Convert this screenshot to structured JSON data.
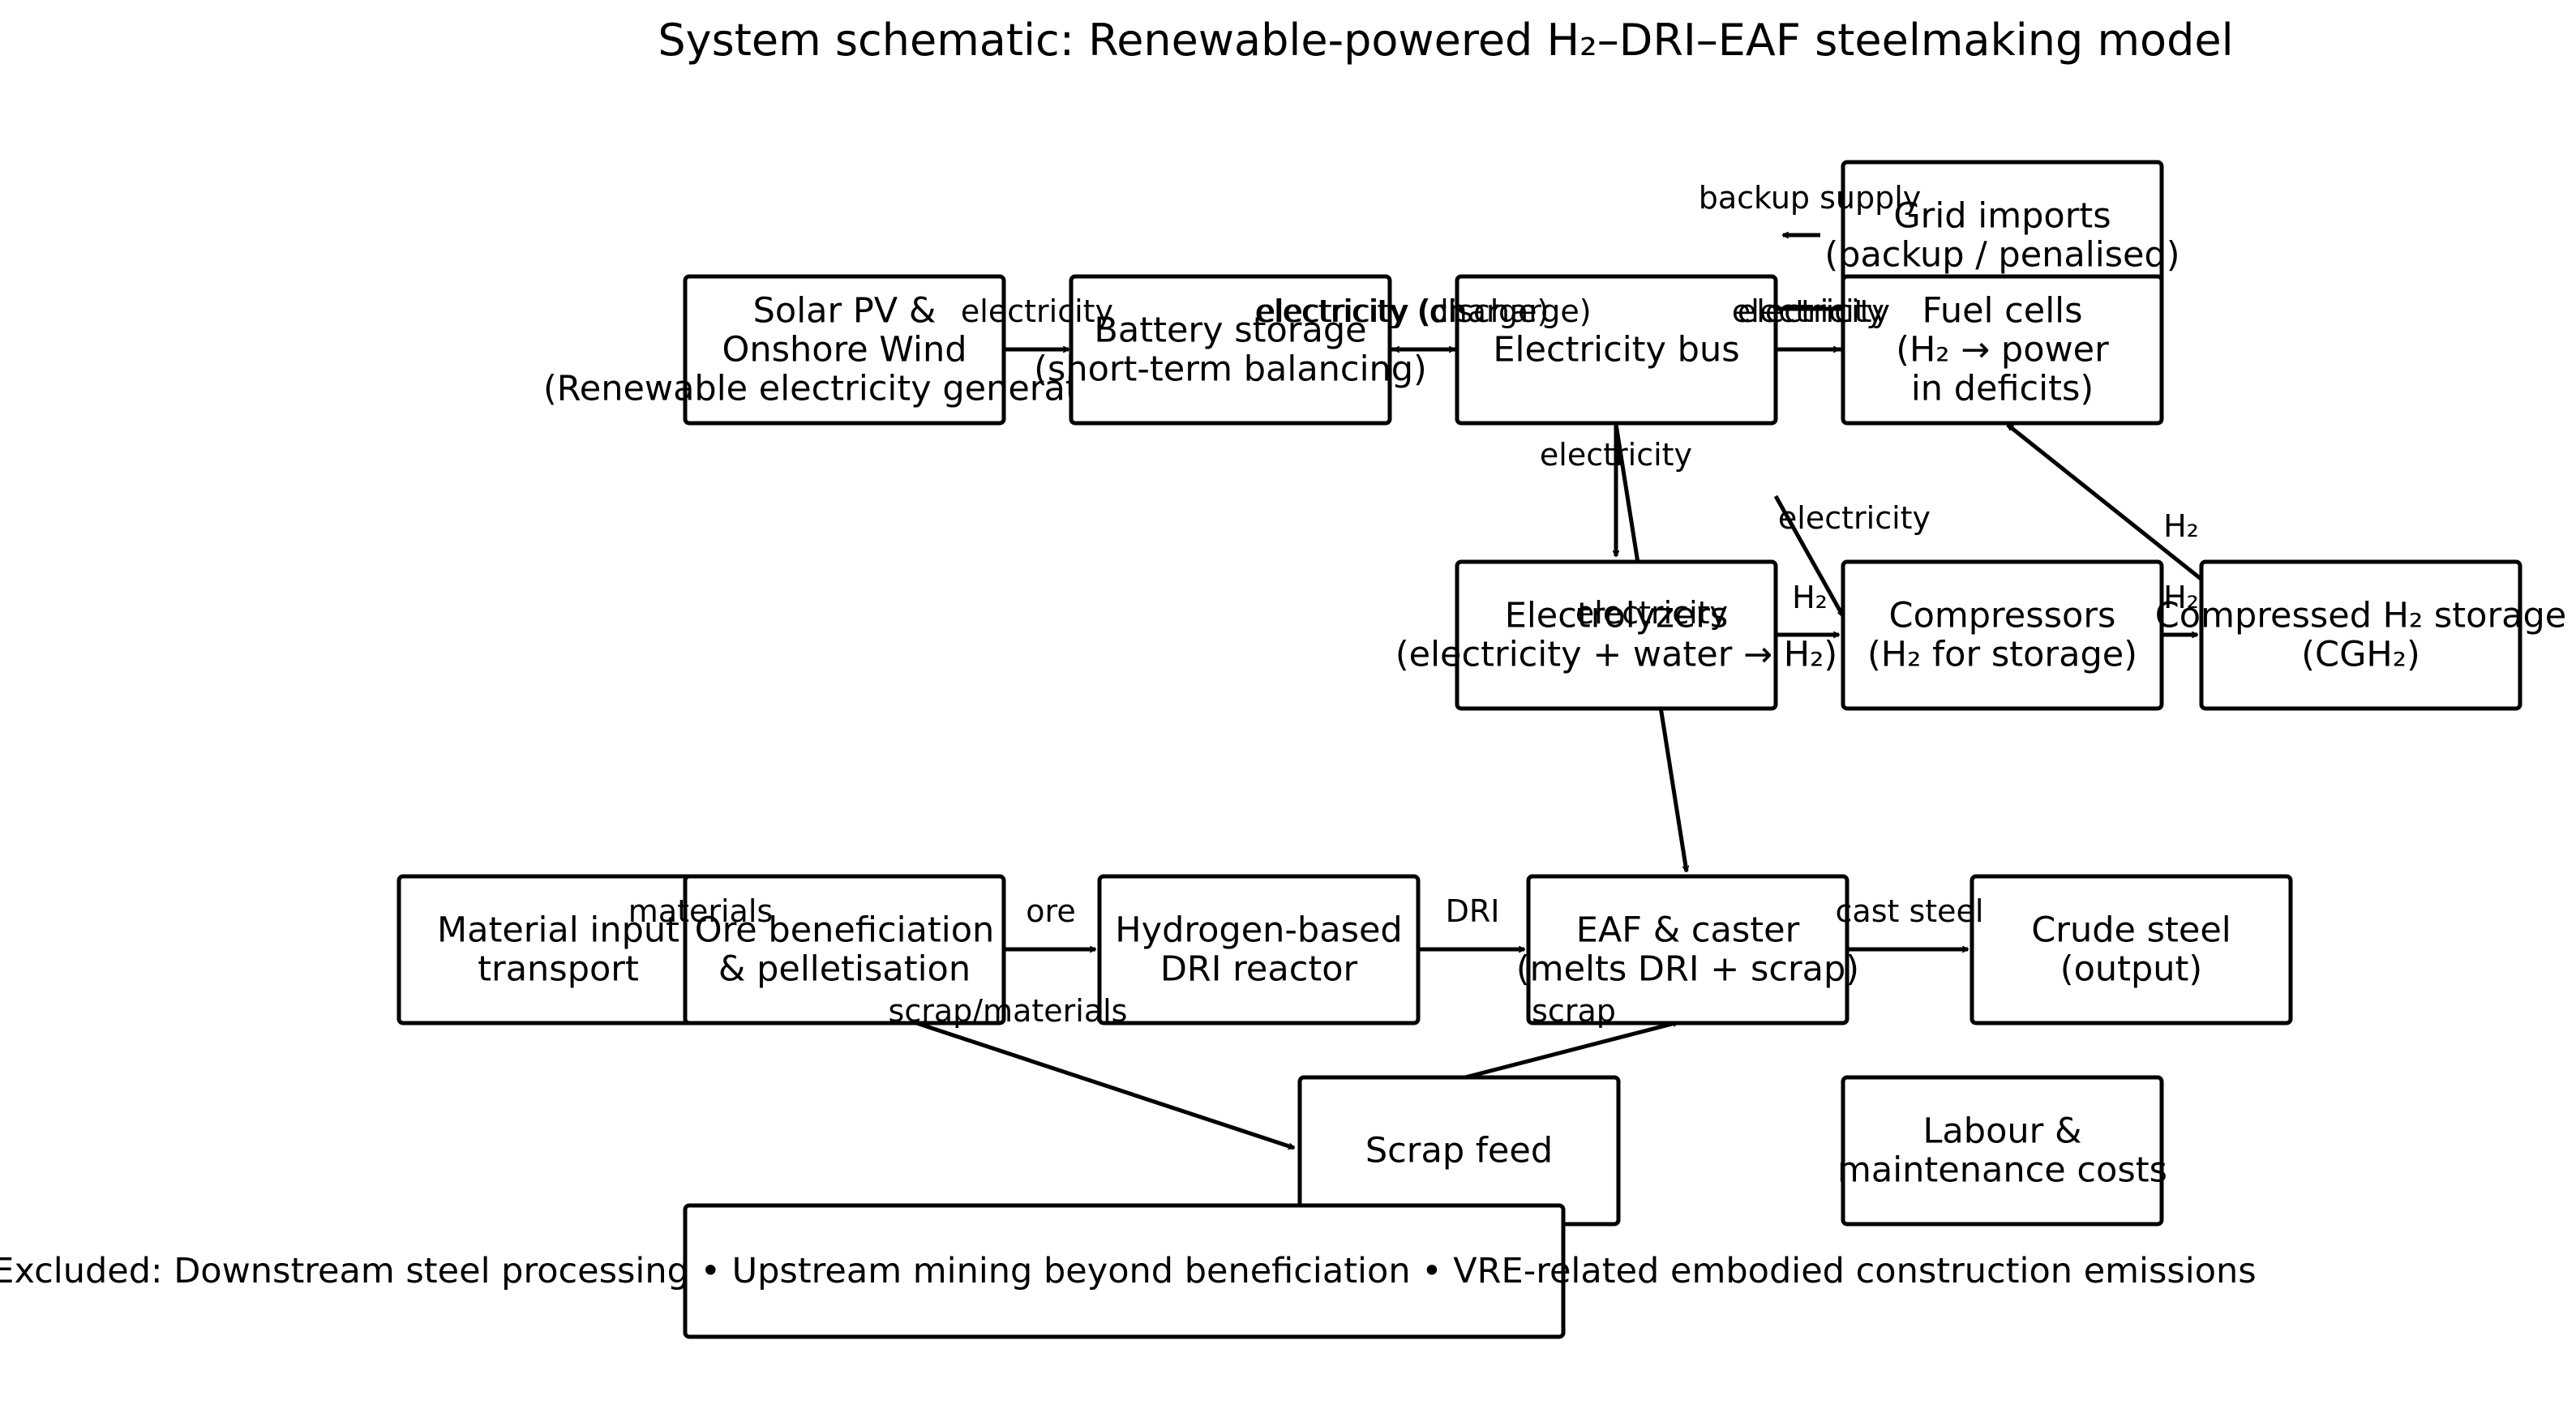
{
  "title": "System schematic: Renewable-powered H₂–DRI–EAF steelmaking model",
  "nodes": {
    "solar_wind": [
      "Solar PV &",
      "Onshore Wind",
      "(Renewable electricity generation)"
    ],
    "battery": [
      "Battery storage",
      "(short-term balancing)"
    ],
    "bus": [
      "Electricity bus"
    ],
    "grid": [
      "Grid imports",
      "(backup / penalised)"
    ],
    "fuel_cells": [
      "Fuel cells",
      "(H₂ → power",
      "in deficits)"
    ],
    "electrolyzers": [
      "Electrolyzers",
      "(electricity + water → H₂)"
    ],
    "compressors": [
      "Compressors",
      "(H₂ for storage)"
    ],
    "cgh2": [
      "Compressed H₂ storage",
      "(CGH₂)"
    ],
    "material_transport": [
      "Material input",
      "transport"
    ],
    "ore": [
      "Ore beneficiation",
      "& pelletisation"
    ],
    "dri": [
      "Hydrogen-based",
      "DRI reactor"
    ],
    "eaf": [
      "EAF & caster",
      "(melts DRI + scrap)"
    ],
    "crude": [
      "Crude steel",
      "(output)"
    ],
    "scrap": [
      "Scrap feed"
    ],
    "labour": [
      "Labour &",
      "maintenance costs"
    ],
    "excluded": [
      "Excluded: Downstream steel processing • Upstream mining beyond beneficiation • VRE-related embodied construction emissions"
    ]
  },
  "edge_labels": {
    "electricity": "electricity",
    "charge": "electricity (charge)",
    "discharge": "electricity (discharge)",
    "backup": "backup supply",
    "h2": "H₂",
    "ore": "ore",
    "dri": "DRI",
    "cast_steel": "cast steel",
    "scrap": "scrap",
    "scrap_materials": "scrap/materials",
    "materials": "materials"
  }
}
